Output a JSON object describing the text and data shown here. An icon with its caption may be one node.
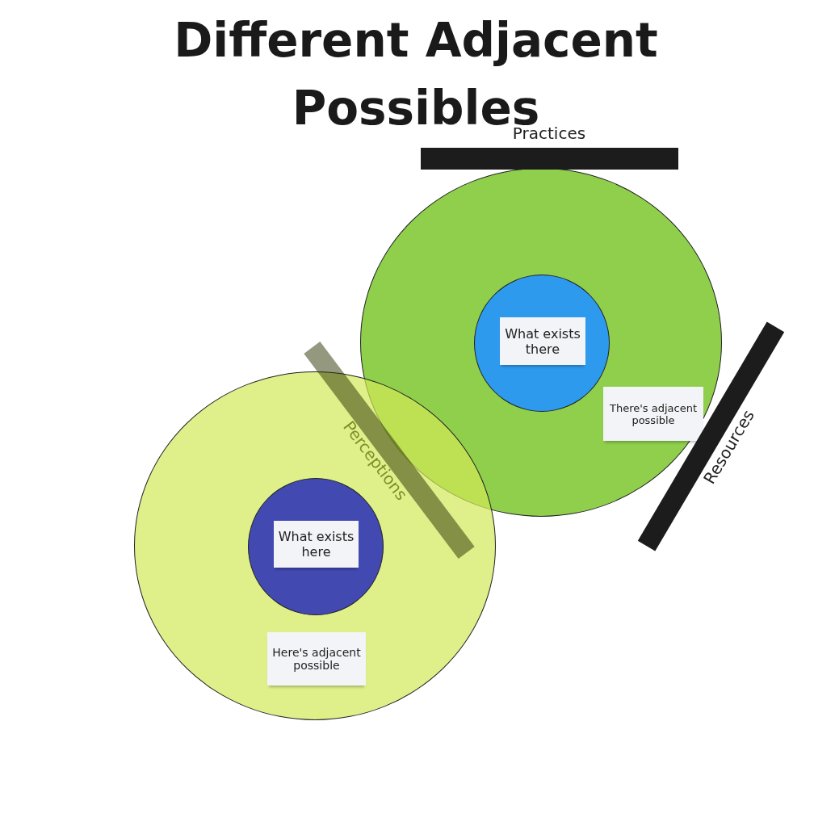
{
  "diagram": {
    "title": "Different Adjacent Possibles",
    "nodes": [
      {
        "text": [
          "Practices"
        ]
      },
      {
        "text": [],
        "shape": "circle"
      },
      {
        "text": [],
        "shape": "circle",
        "in": 1
      },
      {
        "text": [
          "What exists there"
        ],
        "in": 2
      },
      {
        "text": [
          "There's adjacent possible"
        ],
        "in": 1
      },
      {
        "text": [
          "Perceptions"
        ]
      },
      {
        "text": [
          "Resources"
        ]
      },
      {
        "text": [],
        "shape": "circle"
      },
      {
        "text": [],
        "shape": "circle",
        "in": 7
      },
      {
        "text": [
          "What exists here"
        ],
        "in": 8
      },
      {
        "text": [
          "Here's adjacent possible"
        ],
        "in": 7
      }
    ],
    "edges": []
  }
}
